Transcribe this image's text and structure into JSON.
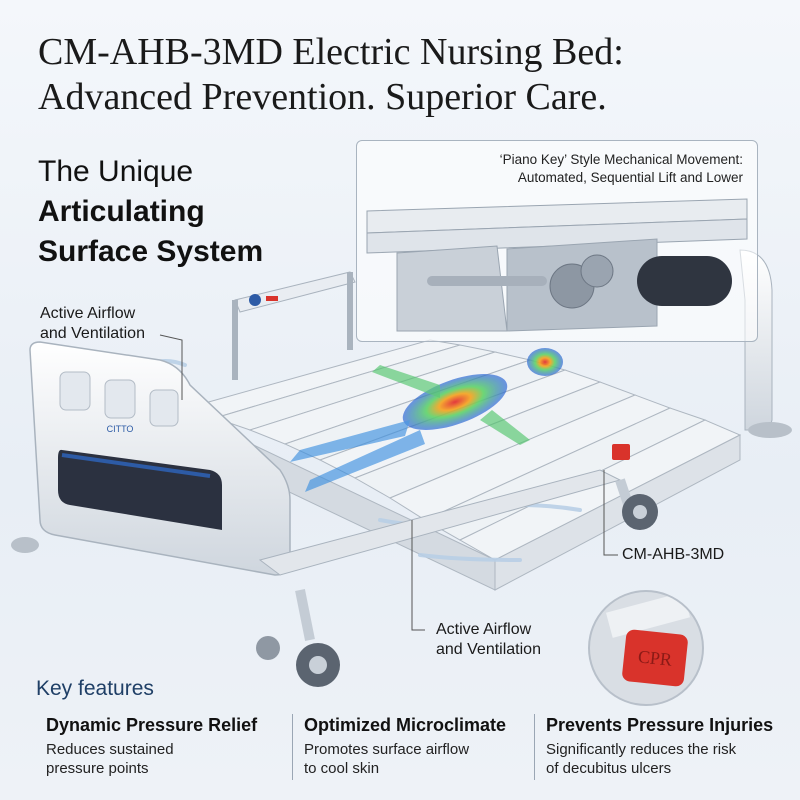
{
  "headline": {
    "line1": "CM-AHB-3MD Electric Nursing Bed:",
    "line2": "Advanced Prevention. Superior Care."
  },
  "subhead": {
    "line1": "The Unique",
    "line2": "Articulating",
    "line3": "Surface System"
  },
  "inset": {
    "caption_line1": "‘Piano Key’ Style Mechanical Movement:",
    "caption_line2": "Automated, Sequential Lift and Lower"
  },
  "callouts": {
    "airflow_top_line1": "Active Airflow",
    "airflow_top_line2": "and Ventilation",
    "airflow_bottom_line1": "Active Airflow",
    "airflow_bottom_line2": "and Ventilation",
    "model": "CM-AHB-3MD"
  },
  "bed": {
    "brand": "CITTO",
    "cpr_label": "CPR"
  },
  "features": {
    "title": "Key features",
    "items": [
      {
        "title": "Dynamic Pressure Relief",
        "line1": "Reduces sustained",
        "line2": "pressure points"
      },
      {
        "title": "Optimized Microclimate",
        "line1": "Promotes surface airflow",
        "line2": "to cool skin"
      },
      {
        "title": "Prevents Pressure Injuries",
        "line1": "Significantly reduces the risk",
        "line2": "of decubitus ulcers"
      }
    ]
  },
  "colors": {
    "accent_blue": "#1f3f66",
    "cpr_red": "#d9332b",
    "heat_hot": "#e2262b",
    "heat_cool": "#2a64d8"
  }
}
